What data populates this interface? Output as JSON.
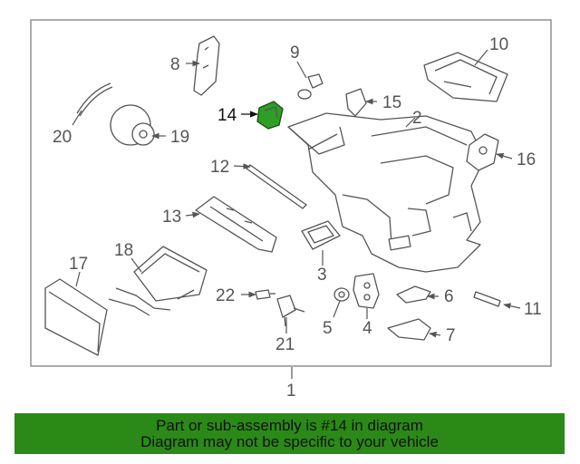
{
  "diagram": {
    "highlighted_part": "14",
    "highlight_color": "#2e9e27",
    "labels": [
      "1",
      "2",
      "3",
      "4",
      "5",
      "6",
      "7",
      "8",
      "9",
      "10",
      "11",
      "12",
      "13",
      "14",
      "15",
      "16",
      "17",
      "18",
      "19",
      "20",
      "21",
      "22"
    ]
  },
  "banner": {
    "line1": "Part or sub-assembly is #14 in diagram",
    "line2": "Diagram may not be specific to your vehicle",
    "background": "#2b8a17"
  }
}
